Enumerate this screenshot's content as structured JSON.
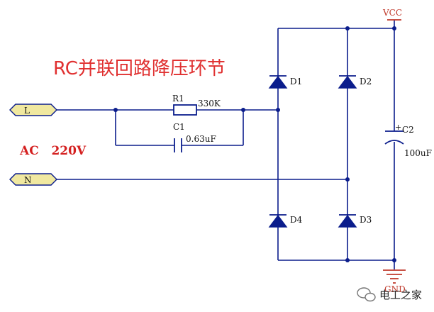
{
  "title": "RC并联回路降压环节",
  "source": {
    "label": "AC   220V"
  },
  "ports": {
    "line": "L",
    "neutral": "N"
  },
  "components": {
    "r1": {
      "ref": "R1",
      "value": "330K"
    },
    "c1": {
      "ref": "C1",
      "value": "0.63uF"
    },
    "c2": {
      "ref": "C2",
      "value": "100uF",
      "polarity": "+"
    },
    "d1": {
      "ref": "D1"
    },
    "d2": {
      "ref": "D2"
    },
    "d3": {
      "ref": "D3"
    },
    "d4": {
      "ref": "D4"
    }
  },
  "rails": {
    "vcc": "VCC",
    "gnd": "GND"
  },
  "watermark": "电工之家",
  "colors": {
    "wire": "#0b1d8c",
    "title": "#e03030",
    "ground": "#c0392b",
    "port_fill": "#f0e8a0"
  }
}
